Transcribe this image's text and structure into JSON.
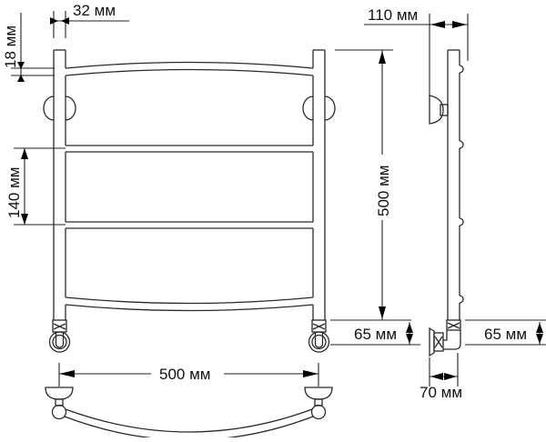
{
  "drawing": {
    "title": "Towel rail technical drawing",
    "colors": {
      "line": "#2a2a2a",
      "background": "#ffffff",
      "text": "#111111"
    },
    "dimensions": {
      "pipe_width": "32 мм",
      "top_offset": "18 мм",
      "bar_spacing": "140 мм",
      "height": "500 мм",
      "bottom_offset_front": "65 мм",
      "bottom_offset_side": "65 мм",
      "wall_distance": "110 мм",
      "fitting_depth": "70 мм",
      "center_distance": "500 мм"
    },
    "views": {
      "front": "front-view",
      "side": "side-view",
      "top": "top-view"
    }
  }
}
